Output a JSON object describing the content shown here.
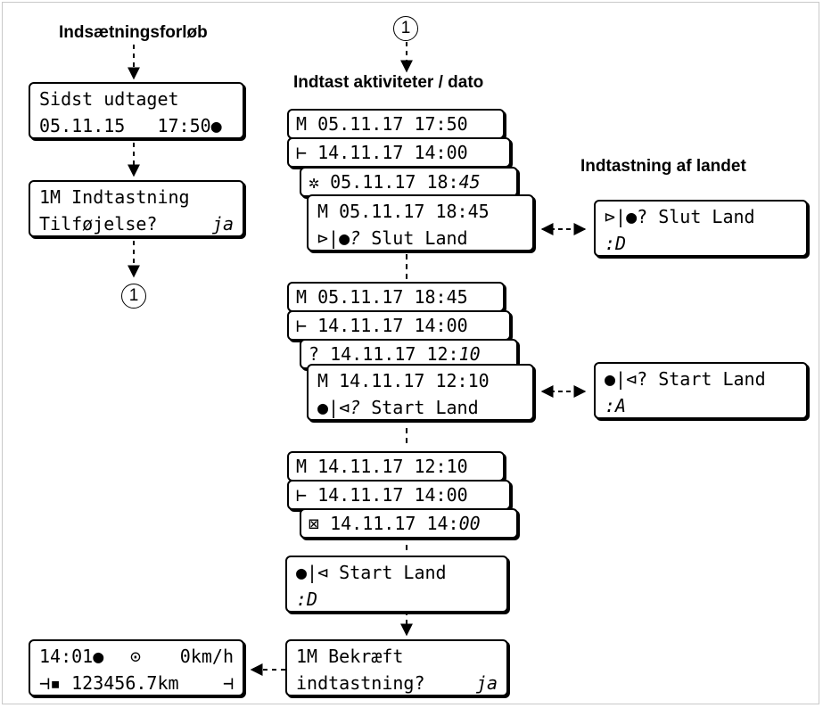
{
  "headings": {
    "insertion": "Indsætningsforløb",
    "activities": "Indtast aktiviteter / dato",
    "country": "Indtastning af landet"
  },
  "connector_label": "1",
  "left": {
    "last_removed": {
      "line1": "Sidst udtaget",
      "line2": "05.11.15   17:50●"
    },
    "manual_entry": {
      "line1": "1M Indtastning",
      "line2_label": "Tilføjelse?",
      "line2_value": "ja"
    },
    "standard_display": {
      "line1_time": "14:01●",
      "line1_icon": "⊙",
      "line1_speed": "0km/h",
      "line2": "⊣▪ 123456.7km",
      "line2_icon": "⊣"
    }
  },
  "group1": {
    "row1": "M 05.11.17 17:50",
    "row2": "⊢ 14.11.17 14:00",
    "row3_prefix": "✲ 05.11.17 18:",
    "row3_suffix": "45",
    "row4a": "M 05.11.17 18:45",
    "row4b_icon": "⊳|●?",
    "row4b_text": "Slut Land"
  },
  "group2": {
    "row1": "M 05.11.17 18:45",
    "row2": "⊢ 14.11.17 14:00",
    "row3_prefix": "? 14.11.17 12:",
    "row3_suffix": "10",
    "row4a": "M 14.11.17 12:10",
    "row4b_icon": "●|⊲?",
    "row4b_text": "Start Land"
  },
  "group3": {
    "row1": "M 14.11.17 12:10",
    "row2": "⊢ 14.11.17 14:00",
    "row3_prefix": "⊠ 14.11.17 14:",
    "row3_suffix": "00"
  },
  "start_land": {
    "line1": "●|⊲ Start Land",
    "line2": ":D"
  },
  "confirm": {
    "line1": "1M Bekræft",
    "line2_label": "indtastning?",
    "line2_value": "ja"
  },
  "country_end": {
    "line1": "⊳|●? Slut Land",
    "line2": ":D"
  },
  "country_start": {
    "line1": "●|⊲? Start Land",
    "line2": ":A"
  }
}
